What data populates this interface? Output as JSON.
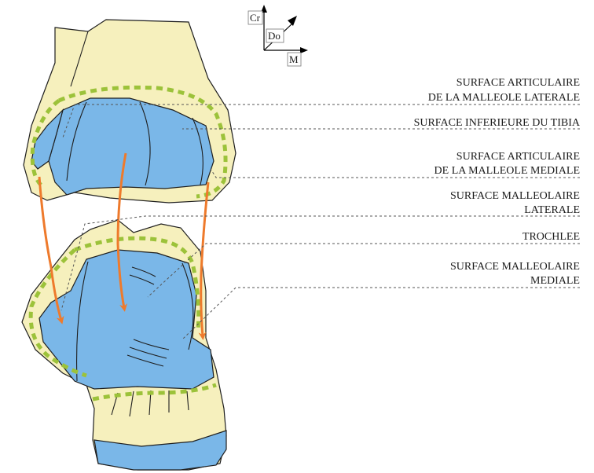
{
  "colors": {
    "bone": "#f6f0bd",
    "cartilage": "#7ab7e8",
    "outline": "#1e1e1e",
    "capsule": "#9cc23a",
    "arrow": "#ee7a2c",
    "leader": "#555555"
  },
  "orientation": {
    "cranial": "Cr",
    "dorsal": "Do",
    "medial": "M"
  },
  "labels": [
    {
      "id": "malleole-laterale",
      "lines": [
        "SURFACE ARTICULAIRE",
        "DE LA MALLEOLE LATERALE"
      ]
    },
    {
      "id": "inferieure-tibia",
      "lines": [
        "SURFACE INFERIEURE DU TIBIA"
      ]
    },
    {
      "id": "malleole-mediale",
      "lines": [
        "SURFACE ARTICULAIRE",
        "DE LA MALLEOLE MEDIALE"
      ]
    },
    {
      "id": "malleolaire-laterale",
      "lines": [
        "SURFACE MALLEOLAIRE",
        "LATERALE"
      ]
    },
    {
      "id": "trochlee",
      "lines": [
        "TROCHLEE"
      ]
    },
    {
      "id": "malleolaire-mediale",
      "lines": [
        "SURFACE MALLEOLAIRE",
        "MEDIALE"
      ]
    }
  ]
}
